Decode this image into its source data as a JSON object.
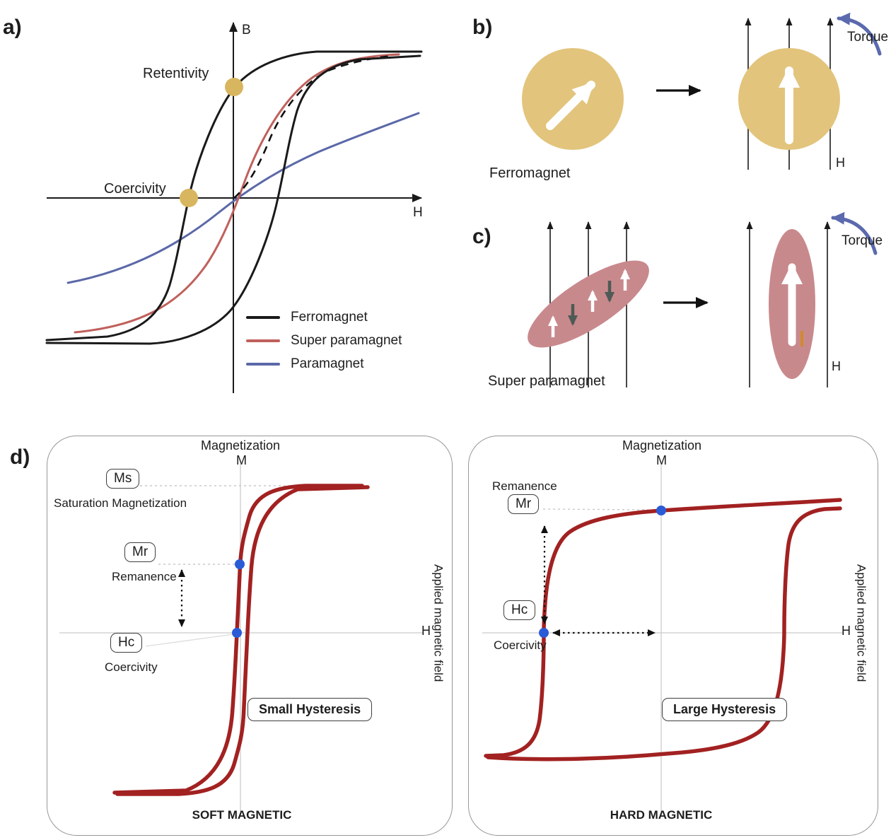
{
  "panel_a": {
    "label": "a)",
    "y_axis_label": "B",
    "x_axis_label": "H",
    "retentivity_label": "Retentivity",
    "coercivity_label": "Coercivity",
    "legend": [
      {
        "label": "Ferromagnet",
        "color": "#1a1a1a"
      },
      {
        "label": "Super paramagnet",
        "color": "#c0605c"
      },
      {
        "label": "Paramagnet",
        "color": "#5b68a8"
      }
    ]
  },
  "panel_b": {
    "label": "b)",
    "caption": "Ferromagnet",
    "torque_label": "Torque",
    "field_label": "H"
  },
  "panel_c": {
    "label": "c)",
    "caption": "Super paramagnet",
    "torque_label": "Torque",
    "field_label": "H"
  },
  "panel_d": {
    "label": "d)",
    "soft": {
      "axis_title": "Magnetization",
      "axis_symbol": "M",
      "ms_label": "Ms",
      "saturation_label": "Saturation Magnetization",
      "mr_label": "Mr",
      "remanence_label": "Remanence",
      "hc_label": "Hc",
      "coercivity_label": "Coercivity",
      "hysteresis_label": "Small Hysteresis",
      "footer": "SOFT MAGNETIC",
      "h_label": "H",
      "applied_field_label": "Applied magnetic field"
    },
    "hard": {
      "axis_title": "Magnetization",
      "axis_symbol": "M",
      "mr_label": "Mr",
      "remanence_label": "Remanence",
      "hc_label": "Hc",
      "coercivity_label": "Coercivity",
      "hysteresis_label": "Large Hysteresis",
      "footer": "HARD MAGNETIC",
      "h_label": "H",
      "applied_field_label": "Applied magnetic field"
    }
  },
  "colors": {
    "ferromagnet_curve": "#1a1a1a",
    "superparamagnet_curve": "#c0605c",
    "paramagnet_curve": "#5b68a8",
    "hysteresis_loop": "#a22121",
    "marker_dot_yellow": "#d8b65f",
    "marker_dot_blue": "#2a5bd7",
    "particle_gold": "#e2c47c",
    "particle_pink": "#c8898d",
    "torque_arrow": "#5b6aae"
  }
}
